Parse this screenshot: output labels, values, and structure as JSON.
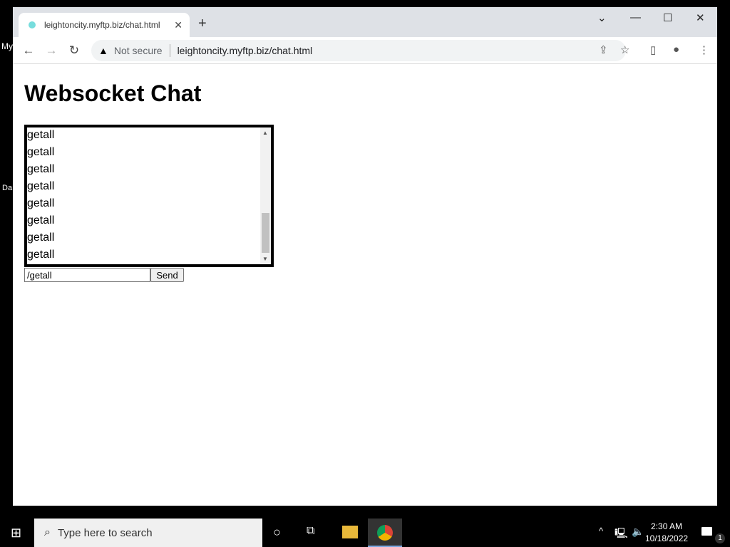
{
  "desktop": {
    "labels": [
      "My",
      "Da"
    ]
  },
  "browser": {
    "tab_title": "leightoncity.myftp.biz/chat.html",
    "security": "Not secure",
    "url": "leightoncity.myftp.biz/chat.html"
  },
  "page": {
    "title": "Websocket Chat",
    "messages": [
      "getall",
      "getall",
      "getall",
      "getall",
      "getall",
      "getall",
      "getall",
      "getall"
    ],
    "input_value": "/getall",
    "send_label": "Send"
  },
  "taskbar": {
    "search_placeholder": "Type here to search",
    "time": "2:30 AM",
    "date": "10/18/2022",
    "notification_count": "1"
  }
}
